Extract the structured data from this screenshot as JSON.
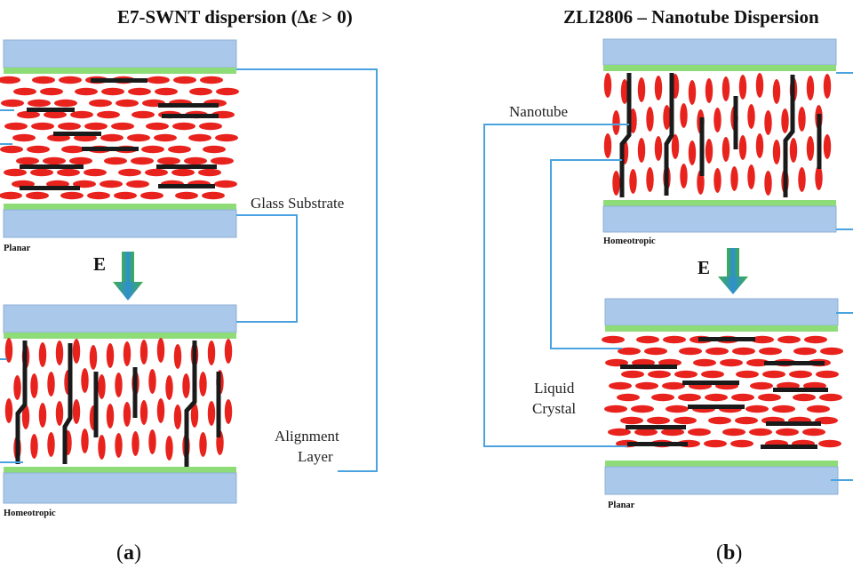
{
  "titles": {
    "panel_a": "E7-SWNT dispersion (Δε > 0)",
    "panel_b": "ZLI2806 – Nanotube Dispersion"
  },
  "labels": {
    "glass_substrate": "Glass Substrate",
    "alignment_layer_line1": "Alignment",
    "alignment_layer_line2": "Layer",
    "nanotube": "Nanotube",
    "liquid_crystal_line1": "Liquid",
    "liquid_crystal_line2": "Crystal",
    "planar": "Planar",
    "homeotropic": "Homeotropic",
    "field": "E"
  },
  "captions": {
    "a_open": "(",
    "a_letter": "a",
    "a_close": ")",
    "b_open": "(",
    "b_letter": "b",
    "b_close": ")"
  },
  "colors": {
    "glass": "#a9c8ea",
    "alignment_layer": "#8edc78",
    "liquid_crystal": "#e8231e",
    "nanotube": "#1a1a1a",
    "leader_line": "#4aa3e0",
    "arrow": "#2e9a3c"
  }
}
